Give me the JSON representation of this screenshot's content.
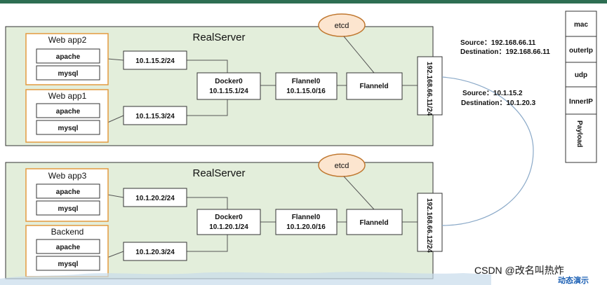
{
  "servers": [
    {
      "label": "RealServer",
      "etcd": "etcd",
      "apps": [
        {
          "name": "Web app2",
          "services": [
            "apache",
            "mysql"
          ],
          "ip": "10.1.15.2/24"
        },
        {
          "name": "Web app1",
          "services": [
            "apache",
            "mysql"
          ],
          "ip": "10.1.15.3/24"
        }
      ],
      "docker": {
        "name": "Docker0",
        "ip": "10.1.15.1/24"
      },
      "flannel": {
        "name": "Flannel0",
        "ip": "10.1.15.0/16"
      },
      "flanneld": "Flanneld",
      "host_ip": "192.168.66.11/24"
    },
    {
      "label": "RealServer",
      "etcd": "etcd",
      "apps": [
        {
          "name": "Web app3",
          "services": [
            "apache",
            "mysql"
          ],
          "ip": "10.1.20.2/24"
        },
        {
          "name": "Backend",
          "services": [
            "apache",
            "mysql"
          ],
          "ip": "10.1.20.3/24"
        }
      ],
      "docker": {
        "name": "Docker0",
        "ip": "10.1.20.1/24"
      },
      "flannel": {
        "name": "Flannel0",
        "ip": "10.1.20.0/16"
      },
      "flanneld": "Flanneld",
      "host_ip": "192.168.66.12/24"
    }
  ],
  "outer_packet": {
    "source": "Source：192.168.66.11",
    "destination": "Destination：192.168.66.11"
  },
  "inner_packet": {
    "source": "Source：10.1.15.2",
    "destination": "Destination：10.1.20.3"
  },
  "packet_layers": [
    "mac",
    "outerIp",
    "udp",
    "InnerIP",
    "Payload"
  ],
  "watermark": "CSDN @改名叫热炸",
  "footer_label": "动态演示"
}
